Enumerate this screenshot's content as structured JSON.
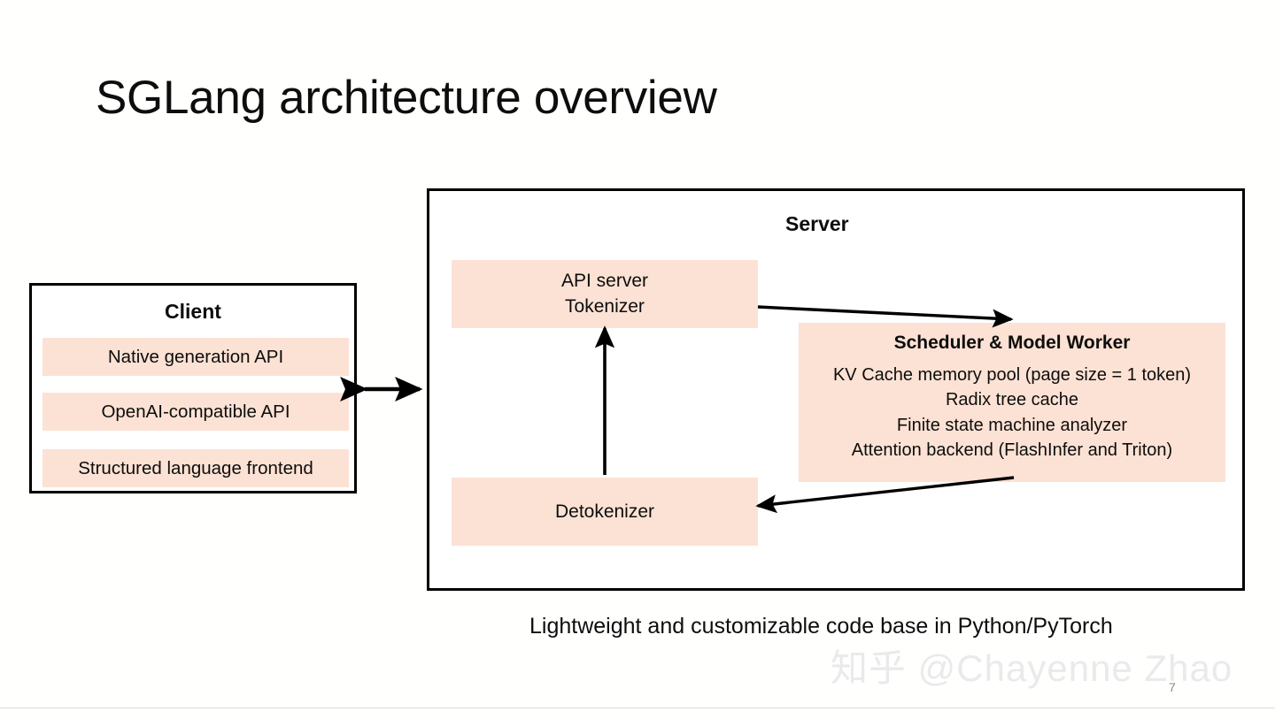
{
  "slide": {
    "title": "SGLang architecture overview",
    "page_number": "7",
    "bottom_caption": "Lightweight and customizable code base in Python/PyTorch",
    "watermark": "知乎 @Chayenne Zhao"
  },
  "colors": {
    "panel_fill": "#FCE2D4",
    "border": "#000000",
    "background": "#FFFFFE",
    "text": "#0D0D0D",
    "watermark": "#E9EAEC",
    "rule": "#DCDCDC"
  },
  "client": {
    "title": "Client",
    "items": [
      {
        "label": "Native generation API"
      },
      {
        "label": "OpenAI-compatible API"
      },
      {
        "label": "Structured language frontend"
      }
    ]
  },
  "server": {
    "title": "Server",
    "api_server": {
      "line1": "API server",
      "line2": "Tokenizer"
    },
    "detokenizer": {
      "label": "Detokenizer"
    },
    "scheduler": {
      "title": "Scheduler & Model Worker",
      "lines": [
        "KV Cache memory pool (page size = 1 token)",
        "Radix tree cache",
        "Finite state machine analyzer",
        "Attention backend (FlashInfer and Triton)"
      ]
    }
  },
  "arrows": [
    {
      "name": "client-server-bidirectional",
      "kind": "double-headed-horizontal"
    },
    {
      "name": "api-server-to-scheduler",
      "kind": "single-headed-diagonal"
    },
    {
      "name": "scheduler-to-detokenizer",
      "kind": "single-headed-diagonal"
    },
    {
      "name": "detokenizer-to-api-server",
      "kind": "single-headed-vertical"
    }
  ]
}
